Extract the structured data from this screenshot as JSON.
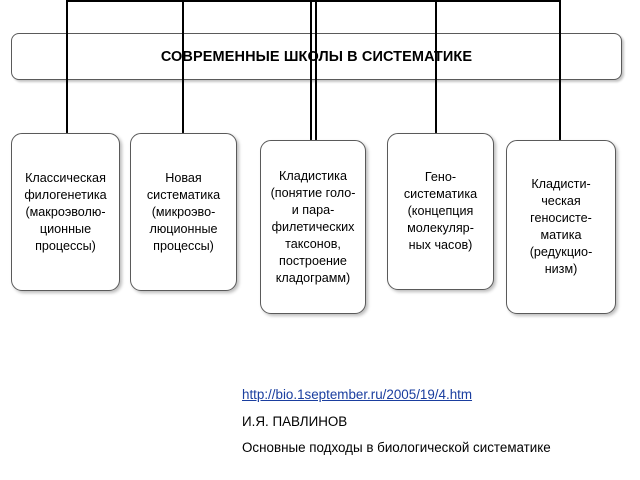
{
  "diagram": {
    "title": "СОВРЕМЕННЫЕ ШКОЛЫ В СИСТЕМАТИКЕ",
    "schools": [
      {
        "label": "Классическая\nфилогенетика\n(макроэволю-\nционные\nпроцессы)"
      },
      {
        "label": "Новая\nсистематика\n(микроэво-\nлюционные\nпроцессы)"
      },
      {
        "label": "Кладистика\n(понятие голо-\nи пара-\nфилетических\nтаксонов,\nпостроение\nкладограмм)"
      },
      {
        "label": "Гено-\nсистематика\n(концепция\nмолекуляр-\nных часов)"
      },
      {
        "label": "Кладисти-\nческая\nгеносисте-\nматика\n(редукцио-\nнизм)"
      }
    ]
  },
  "footer": {
    "link": "http://bio.1september.ru/2005/19/4.htm",
    "author": "И.Я. ПАВЛИНОВ",
    "caption": "Основные подходы в биологической систематике"
  }
}
